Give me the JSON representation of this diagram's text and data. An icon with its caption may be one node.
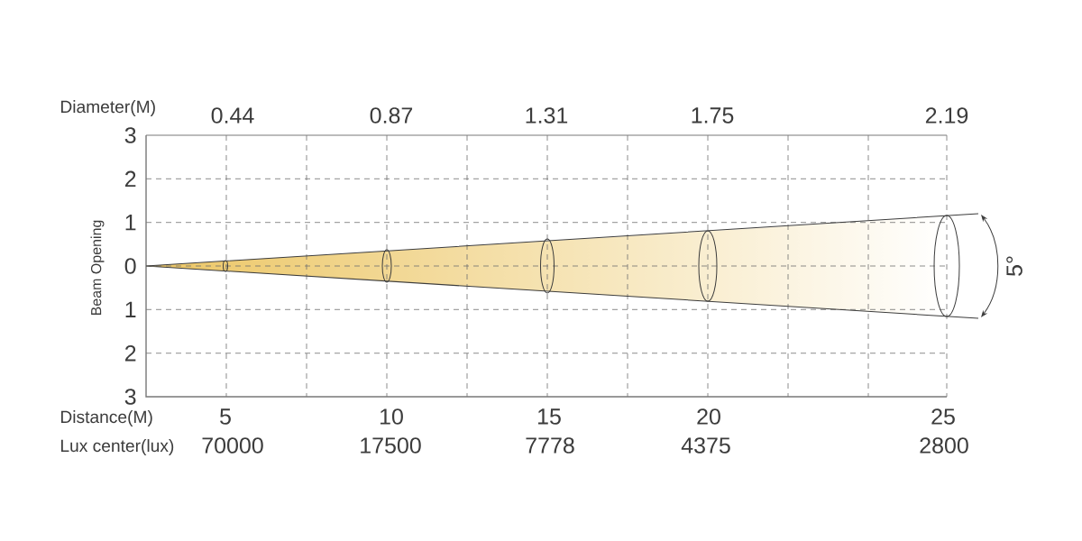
{
  "diagram": {
    "labels": [
      "Diameter(M)",
      "0.44",
      "0.87",
      "1.31",
      "1.75",
      "2.19",
      "3",
      "2",
      "1",
      "Beam Opening",
      "0",
      "5°",
      "1",
      "2",
      "3",
      "Distance(M)",
      "5",
      "10",
      "15",
      "20",
      "25",
      "Lux center(lux)",
      "70000",
      "17500",
      "7778",
      "4375",
      "2800"
    ]
  }
}
